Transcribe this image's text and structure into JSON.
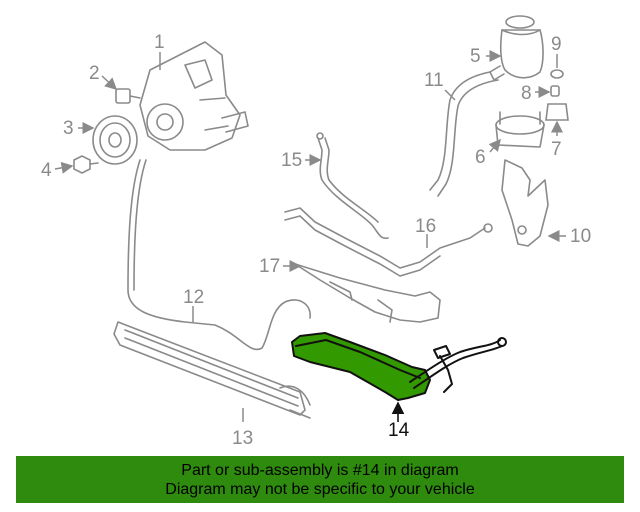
{
  "colors": {
    "highlight": "#339900",
    "banner": "#2e8b0e",
    "line_art": "#8a8a8a"
  },
  "diagram": {
    "highlighted_part": "14",
    "callouts": {
      "c1": "1",
      "c2": "2",
      "c3": "3",
      "c4": "4",
      "c5": "5",
      "c6": "6",
      "c7": "7",
      "c8": "8",
      "c9": "9",
      "c10": "10",
      "c11": "11",
      "c12": "12",
      "c13": "13",
      "c14": "14",
      "c15": "15",
      "c16": "16",
      "c17": "17"
    }
  },
  "banner": {
    "line1": "Part or sub-assembly is #14 in diagram",
    "line2": "Diagram may not be specific to your vehicle"
  }
}
